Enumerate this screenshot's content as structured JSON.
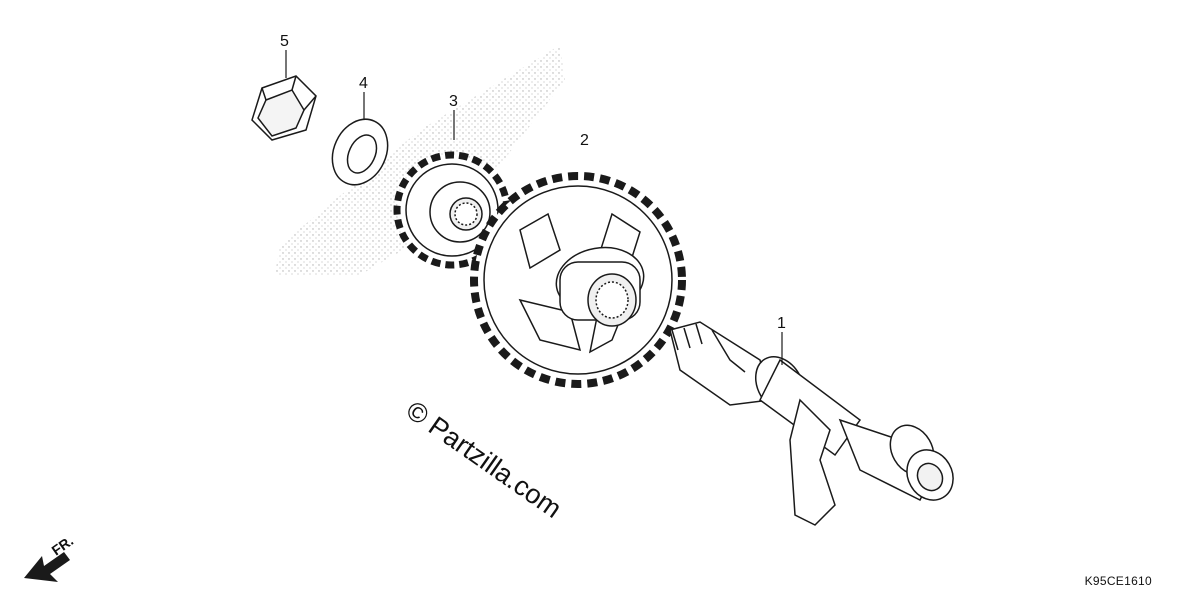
{
  "callouts": {
    "part1": "1",
    "part2": "2",
    "part3": "3",
    "part4": "4",
    "part5": "5"
  },
  "watermark": {
    "text": "© Partzilla.com"
  },
  "direction": {
    "label": "FR."
  },
  "diagram_code": "K95CE1610",
  "colors": {
    "line": "#1a1a1a",
    "stipple": "#9a9a9a",
    "background": "#ffffff"
  }
}
